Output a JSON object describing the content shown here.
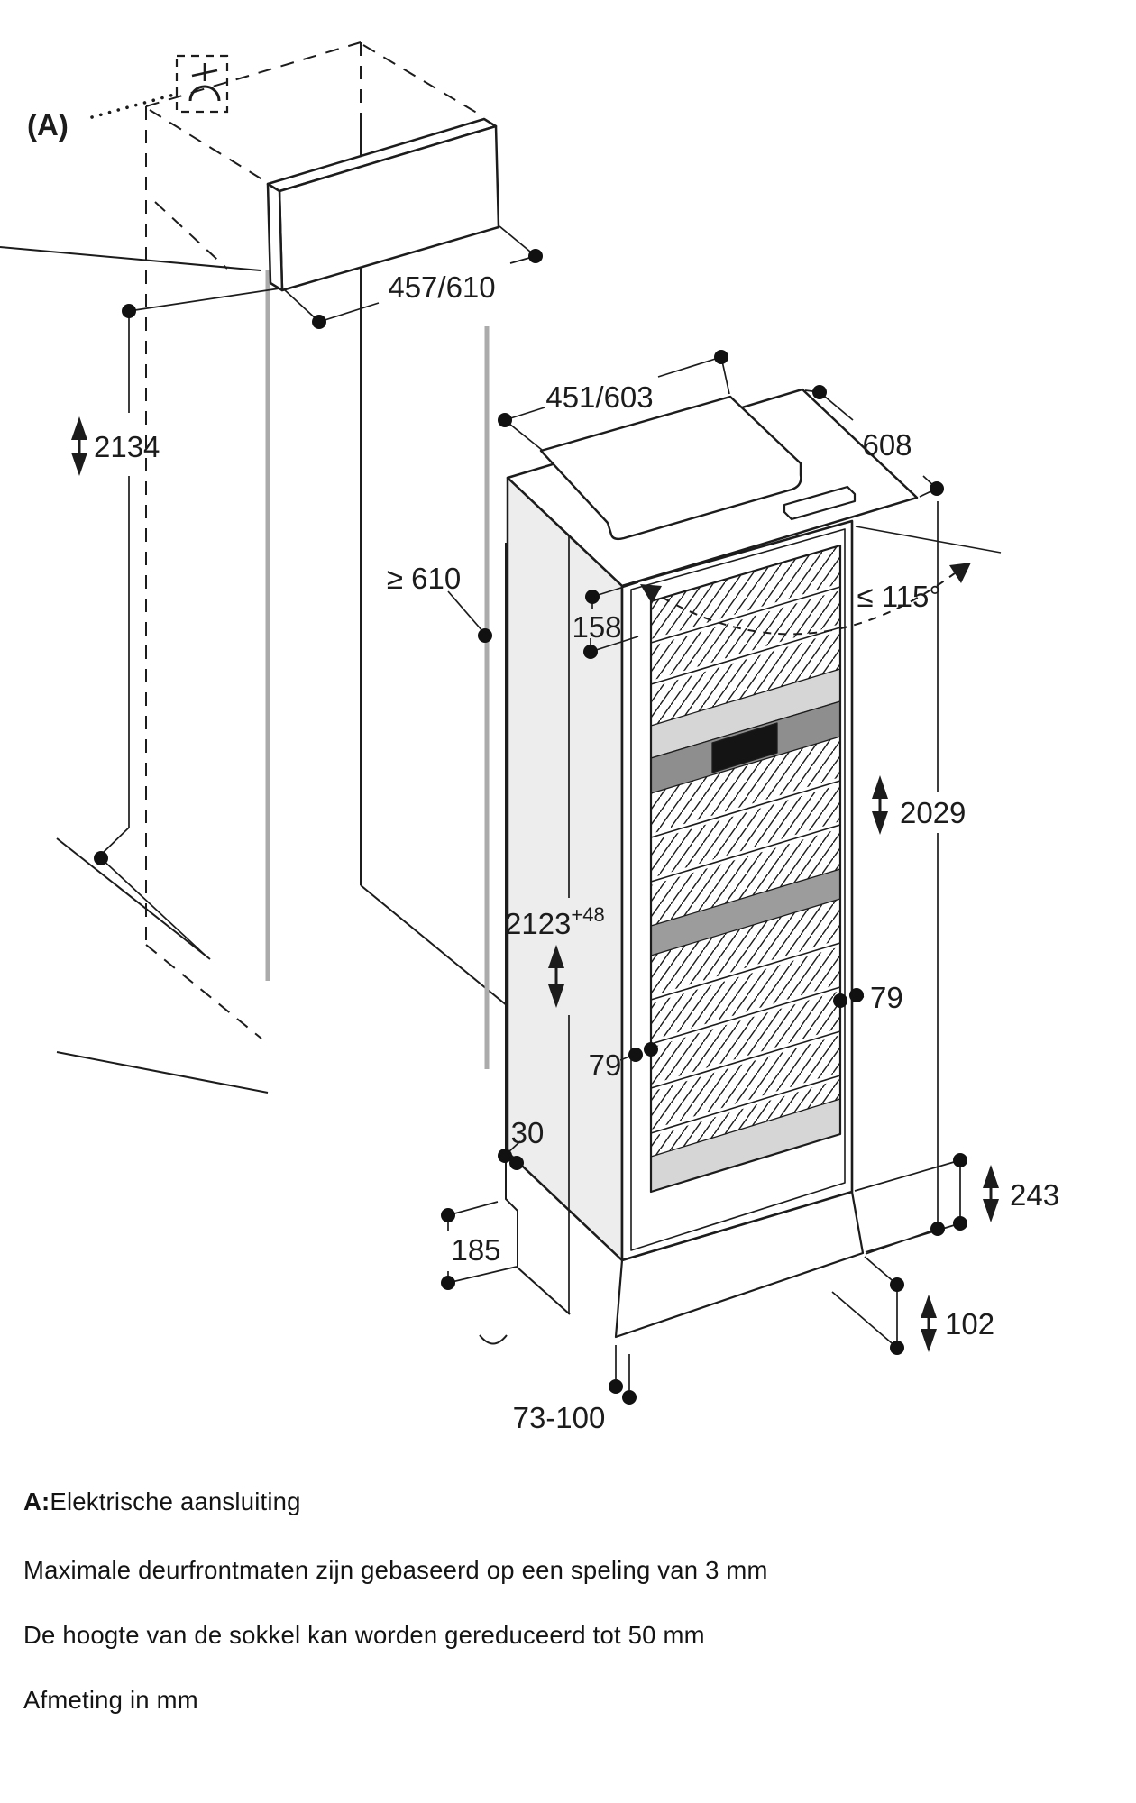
{
  "diagram": {
    "callout_a_label": "(A)",
    "dims": {
      "top_door_front": "457/610",
      "top_door_front_on_unit": "451/603",
      "unit_depth": "608",
      "niche_height_total": "2134",
      "niche_depth_min": "≥ 610",
      "top_gap": "158",
      "door_opening_angle": "≤ 115°",
      "door_front_height": "2029",
      "niche_height": "2123",
      "niche_height_tolerance": "+48",
      "side_gap_left": "79",
      "side_gap_right": "79",
      "bottom_gap": "30",
      "plinth_recess_depth": "185",
      "bottom_panel_height": "243",
      "foot_adjust_height": "102",
      "plinth_height_range": "73-100"
    },
    "notes": {
      "a_prefix": "A:",
      "a_text": "Elektrische aansluiting",
      "clearance": "Maximale deurfrontmaten zijn gebaseerd op een speling van 3 mm",
      "plinth": "De hoogte van de sokkel kan worden gereduceerd tot 50 mm",
      "units": "Afmeting in mm"
    },
    "colors": {
      "line": "#1c1c1c",
      "panel_gray": "#ededed",
      "divider_dark": "#8e8e8e",
      "divider_medium": "#9c9c9c",
      "shelf_light": "#d6d6d6",
      "display_black": "#141414",
      "cut_edge_gray": "#ababab"
    }
  }
}
